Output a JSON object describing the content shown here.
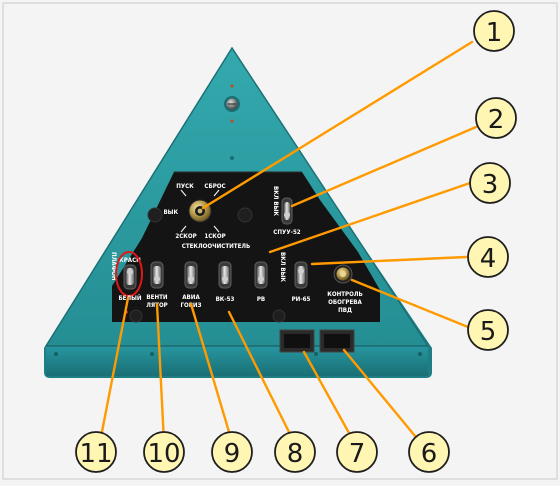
{
  "panel": {
    "labels": {
      "pusk": "ПУСК",
      "sbros": "СБРОС",
      "vyk": "ВЫК",
      "skor2": "2СКОР",
      "skor1": "1СКОР",
      "steklo": "СТЕКЛООЧИСТИТЕЛЬ",
      "vkl_vyk_top": "ВКЛ ВЫК",
      "spuu": "СПУУ-52",
      "plafon": "ПЛАФОН",
      "krasn": "КРАСН",
      "belyi": "БЕЛЫЙ",
      "venti": "ВЕНТИ",
      "lyator": "ЛЯТОР",
      "aviag": "АВИА",
      "goriz": "ГОРИЗ",
      "vk53": "ВК-53",
      "rv": "РВ",
      "vkl_vyk_mid": "ВКЛ ВЫК",
      "ri65": "РИ-65",
      "kontrol": "КОНТРОЛЬ",
      "obogreva": "ОБОГРЕВА",
      "pvd": "ПВД"
    }
  },
  "callouts": [
    "1",
    "2",
    "3",
    "4",
    "5",
    "6",
    "7",
    "8",
    "9",
    "10",
    "11"
  ],
  "colors": {
    "body": "#2a9aa0",
    "body_dark": "#1d7479",
    "faceplate": "#161616",
    "outline": "#8a8a8a",
    "leader": "#ff9a00",
    "callout_fill": "#fff6b3",
    "highlight": "#e01818"
  }
}
